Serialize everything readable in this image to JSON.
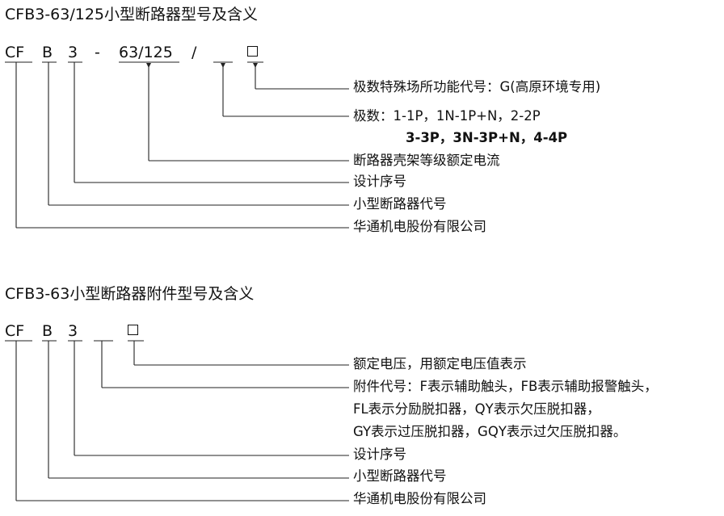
{
  "section1": {
    "title": "CFB3-63/125小型断路器型号及含义",
    "code": [
      "CF",
      "B",
      "3",
      "-",
      "63/125",
      "/"
    ],
    "descriptions": [
      "极数特殊场所功能代号：G(高原环境专用)",
      "极数：1-1P，1N-1P+N，2-2P",
      "3-3P，3N-3P+N，4-4P",
      "断路器壳架等级额定电流",
      "设计序号",
      "小型断路器代号",
      "华通机电股份有限公司"
    ]
  },
  "section2": {
    "title": "CFB3-63小型断路器附件型号及含义",
    "code": [
      "CF",
      "B",
      "3"
    ],
    "descriptions": [
      "额定电压，用额定电压值表示",
      "附件代号：F表示辅助触头，FB表示辅助报警触头，",
      "FL表示分励脱扣器，QY表示欠压脱扣器，",
      "GY表示过压脱扣器，GQY表示过欠压脱扣器。",
      "设计序号",
      "小型断路器代号",
      "华通机电股份有限公司"
    ]
  }
}
